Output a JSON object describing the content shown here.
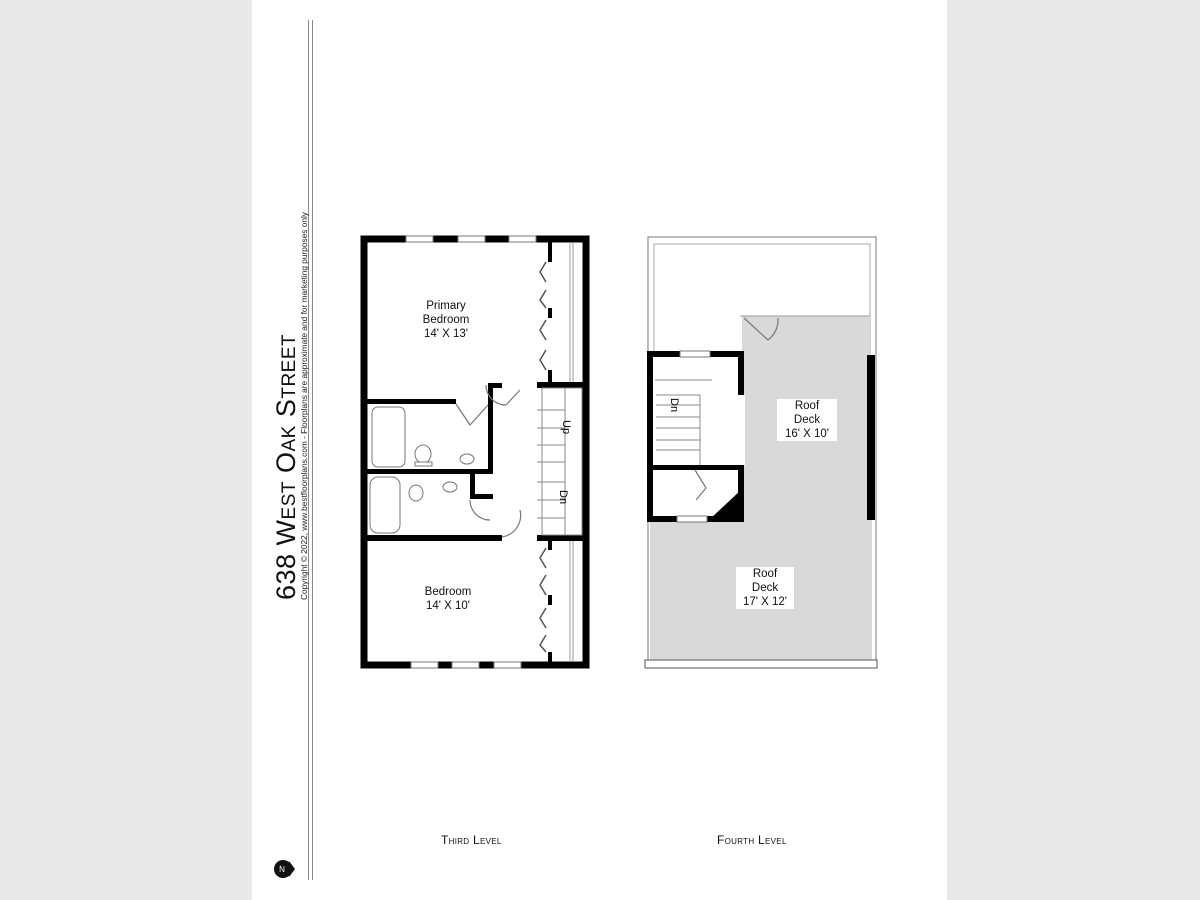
{
  "header": {
    "title": "638 West Oak Street",
    "copyright": "Copyright © 2022, www.bestfloorplans.com - Floorplans are approximate and for marketing purposes only"
  },
  "compass": {
    "letter": "N"
  },
  "levels": [
    {
      "name": "Third Level",
      "rooms": [
        {
          "name1": "Primary",
          "name2": "Bedroom",
          "size": "14' X 13'"
        },
        {
          "name1": "Bedroom",
          "size": "14' X 10'"
        }
      ],
      "stair_labels": [
        "Up",
        "Dn"
      ]
    },
    {
      "name": "Fourth Level",
      "rooms": [
        {
          "name1": "Roof",
          "name2": "Deck",
          "size": "16' X 10'"
        },
        {
          "name1": "Roof",
          "name2": "Deck",
          "size": "17' X 12'"
        }
      ],
      "stair_labels": [
        "Dn"
      ]
    }
  ],
  "colors": {
    "wall": "#000000",
    "deck": "#d9d9d9",
    "background": "#e9e9e9"
  }
}
